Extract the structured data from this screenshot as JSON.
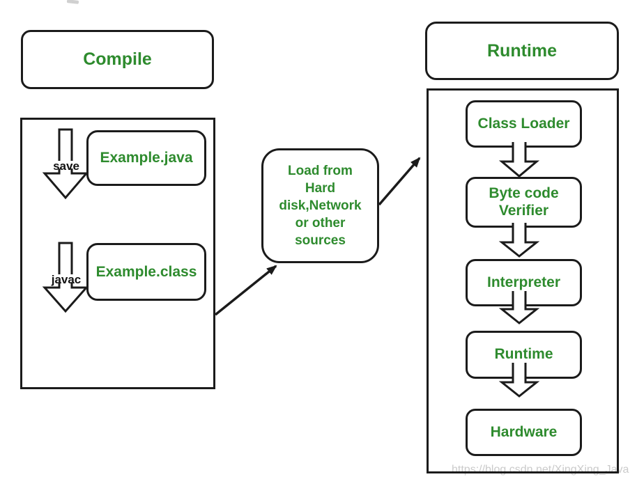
{
  "diagram": {
    "compile": {
      "title": "Compile",
      "save_label": "save",
      "java_file": "Example.java",
      "javac_label": "javac",
      "class_file": "Example.class"
    },
    "loader": {
      "lines": [
        "Load from",
        "Hard",
        "disk,Network",
        "or other",
        "sources"
      ]
    },
    "runtime": {
      "title": "Runtime",
      "stages": [
        "Class Loader",
        "Byte code Verifier",
        "Interpreter",
        "Runtime",
        "Hardware"
      ]
    },
    "watermark": "https://blog.csdn.net/XingXing_Java",
    "colors": {
      "text_green": "#2e8b2e",
      "line_black": "#1b1b1b",
      "watermark_gray": "#bdbdbd",
      "background": "#ffffff"
    }
  }
}
